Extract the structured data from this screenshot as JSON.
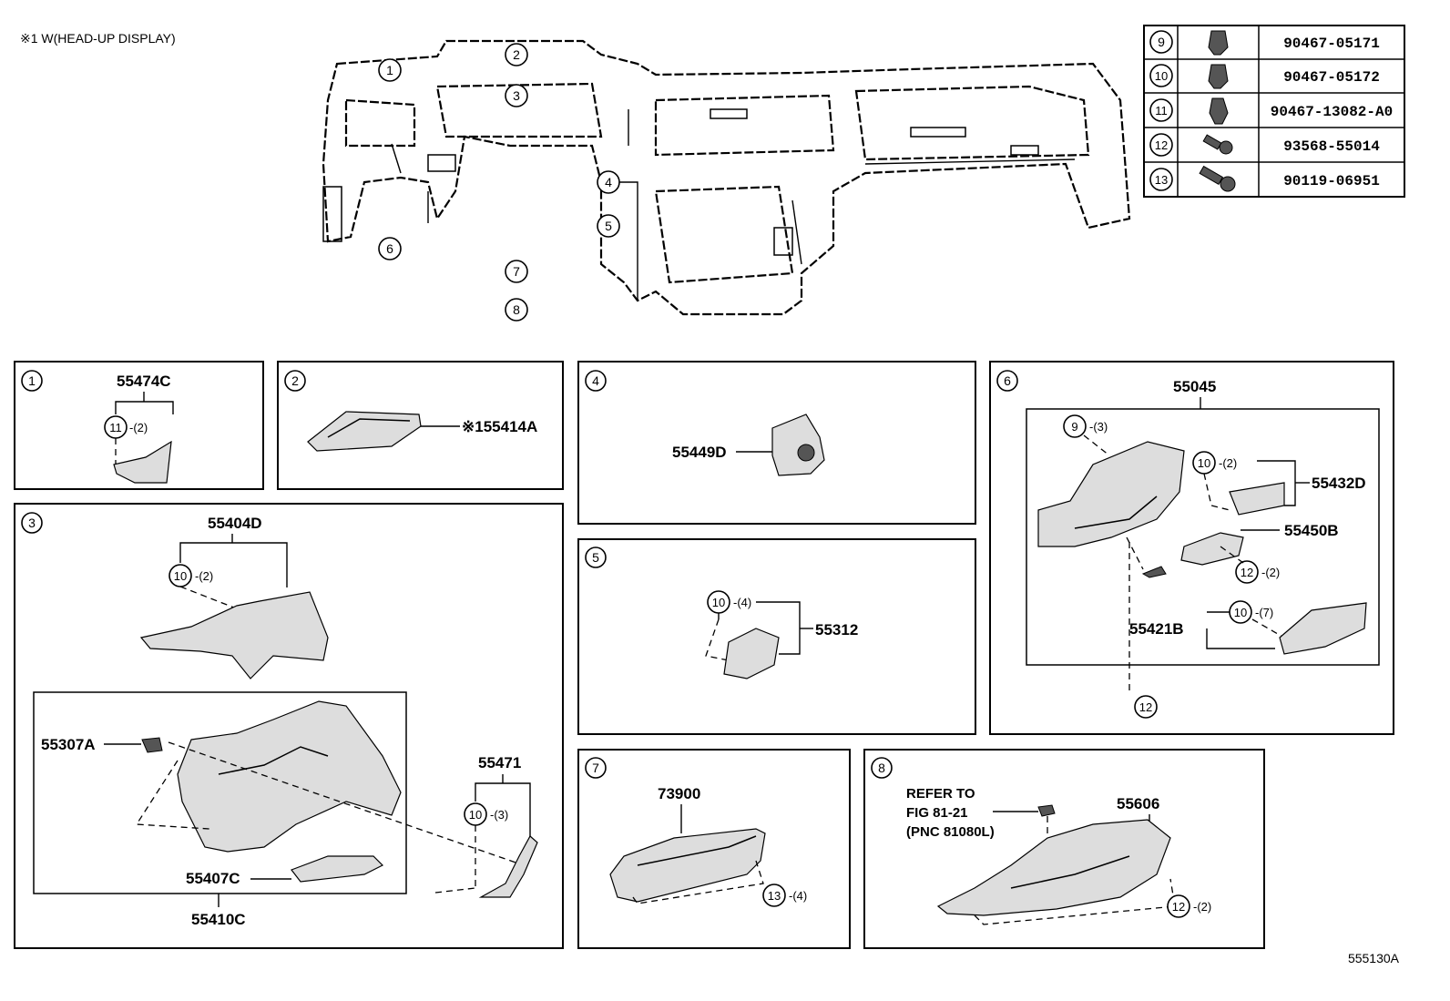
{
  "header_note": "※1 W(HEAD-UP DISPLAY)",
  "footer_code": "555130A",
  "callouts": {
    "c1": "1",
    "c2": "2",
    "c3": "3",
    "c4": "4",
    "c5": "5",
    "c6": "6",
    "c7": "7",
    "c8": "8",
    "c9": "9",
    "c10": "10",
    "c11": "11",
    "c12": "12",
    "c13": "13"
  },
  "fastener_table": [
    {
      "ref": "9",
      "icon": "clip-icon",
      "part": "90467-05171"
    },
    {
      "ref": "10",
      "icon": "clip-icon",
      "part": "90467-05172"
    },
    {
      "ref": "11",
      "icon": "clip-icon",
      "part": "90467-13082-A0"
    },
    {
      "ref": "12",
      "icon": "screw-icon",
      "part": "93568-55014"
    },
    {
      "ref": "13",
      "icon": "bolt-icon",
      "part": "90119-06951"
    }
  ],
  "panels": {
    "p1": {
      "index": "1",
      "parts": {
        "a": "55474C"
      },
      "qty": {
        "a": "-(2)"
      }
    },
    "p2": {
      "index": "2",
      "parts": {
        "a": "※155414A"
      }
    },
    "p3": {
      "index": "3",
      "parts": {
        "a": "55404D",
        "b": "55307A",
        "c": "55407C",
        "d": "55410C",
        "e": "55471"
      },
      "qty": {
        "a": "-(2)",
        "e": "-(3)"
      }
    },
    "p4": {
      "index": "4",
      "parts": {
        "a": "55449D"
      }
    },
    "p5": {
      "index": "5",
      "parts": {
        "a": "55312"
      },
      "qty": {
        "a": "-(4)"
      }
    },
    "p6": {
      "index": "6",
      "parts": {
        "a": "55045",
        "b": "55432D",
        "c": "55450B",
        "d": "55421B"
      },
      "qty": {
        "a": "-(3)",
        "b": "-(2)",
        "c": "-(2)",
        "d": "-(7)"
      }
    },
    "p7": {
      "index": "7",
      "parts": {
        "a": "73900"
      },
      "qty": {
        "a": "-(4)"
      }
    },
    "p8": {
      "index": "8",
      "parts": {
        "a": "55606"
      },
      "qty": {
        "a": "-(2)"
      },
      "refer": {
        "l1": "REFER TO",
        "l2": "FIG 81-21",
        "l3": "(PNC 81080L)"
      }
    }
  }
}
